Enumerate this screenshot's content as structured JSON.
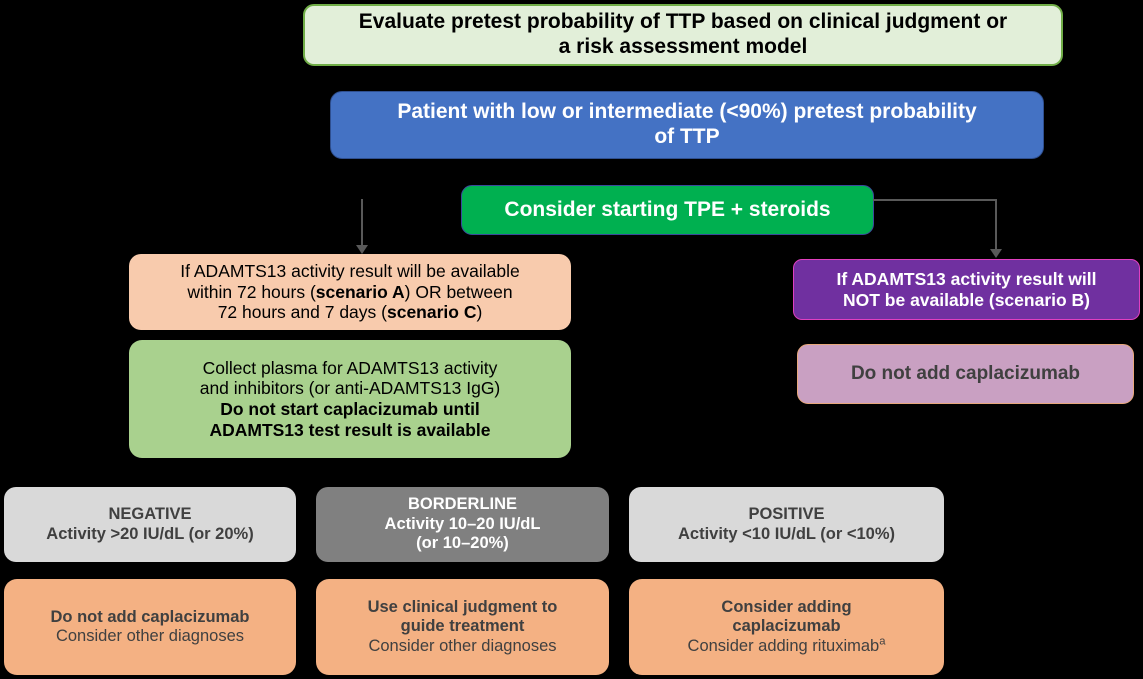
{
  "diagram": {
    "title": "TTP diagnostic and caplacizumab treatment algorithm",
    "colors": {
      "evaluate_fill": "#e2efd9",
      "evaluate_border": "#70ad47",
      "patient_fill": "#4472c4",
      "tpe_fill": "#00b050",
      "peach_fill": "#f8cbad",
      "green_fill": "#a9d18e",
      "purple_fill": "#7030a0",
      "purple_border": "#e040c0",
      "light_purple_fill": "#c9a0c2",
      "gray_light_fill": "#d9d9d9",
      "gray_dark_fill": "#808080",
      "orange_fill": "#f4b183",
      "connector": "#595959",
      "background": "#000000"
    },
    "nodes": {
      "evaluate": {
        "line1": "Evaluate pretest probability of TTP based on clinical judgment or",
        "line2": "a risk assessment model"
      },
      "patient": {
        "line1": "Patient with low or intermediate (<90%) pretest probability",
        "line2": "of TTP"
      },
      "tpe": {
        "label": "Consider starting TPE + steroids"
      },
      "scenario_ac": {
        "line1_a": "If ADAMTS13 activity result will be available",
        "line2_a": "within 72 hours (",
        "line2_bold": "scenario A",
        "line2_b": ") OR between",
        "line3_a": "72 hours and 7 days (",
        "line3_bold": "scenario C",
        "line3_b": ")"
      },
      "collect_plasma": {
        "line1": "Collect plasma for ADAMTS13 activity",
        "line2": "and inhibitors (or anti-ADAMTS13 IgG)",
        "line3_bold": "Do not start caplacizumab until",
        "line4_bold": "ADAMTS13 test result is available"
      },
      "scenario_b": {
        "line1": "If ADAMTS13 activity result will",
        "line2": "NOT be available (scenario B)"
      },
      "no_caplacizumab_b": {
        "label": "Do not add caplacizumab"
      }
    },
    "results": [
      {
        "name": "negative",
        "title": "NEGATIVE",
        "detail_line1": "Activity >20 IU/dL (or 20%)",
        "detail_line2": ""
      },
      {
        "name": "borderline",
        "title": "BORDERLINE",
        "detail_line1": "Activity 10–20 IU/dL",
        "detail_line2": "(or 10–20%)"
      },
      {
        "name": "positive",
        "title": "POSITIVE",
        "detail_line1": "Activity <10 IU/dL (or <10%)",
        "detail_line2": ""
      }
    ],
    "actions": [
      {
        "name": "negative-action",
        "bold_line1": "Do not add caplacizumab",
        "bold_line2": "",
        "plain_line": "Consider other diagnoses",
        "superscript": ""
      },
      {
        "name": "borderline-action",
        "bold_line1": "Use clinical judgment to",
        "bold_line2": "guide treatment",
        "plain_line": "Consider other diagnoses",
        "superscript": ""
      },
      {
        "name": "positive-action",
        "bold_line1": "Consider adding",
        "bold_line2": "caplacizumab",
        "plain_line": "Consider adding rituximab",
        "superscript": "a"
      }
    ]
  }
}
